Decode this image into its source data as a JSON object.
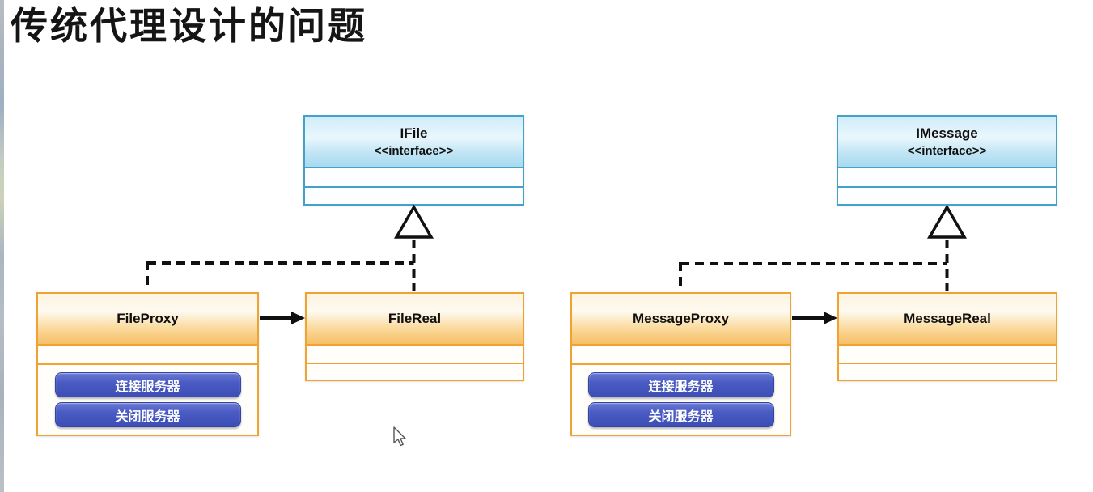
{
  "page": {
    "title": "传统代理设计的问题"
  },
  "diagrams": [
    {
      "interface": {
        "name": "IFile",
        "stereotype": "<<interface>>"
      },
      "proxy": {
        "name": "FileProxy",
        "buttons": [
          "连接服务器",
          "关闭服务器"
        ]
      },
      "real": {
        "name": "FileReal"
      }
    },
    {
      "interface": {
        "name": "IMessage",
        "stereotype": "<<interface>>"
      },
      "proxy": {
        "name": "MessageProxy",
        "buttons": [
          "连接服务器",
          "关闭服务器"
        ]
      },
      "real": {
        "name": "MessageReal"
      }
    }
  ],
  "icons": {
    "inheritance_arrow": "hollow-triangle-dashed-line",
    "association_arrow": "solid-black-arrow",
    "cursor": "mouse-pointer"
  },
  "colors": {
    "interface_border": "#44a1c8",
    "interface_header_gradient_top": "#cfecf9",
    "interface_header_gradient_bottom": "#a8daf0",
    "class_border": "#f0a233",
    "class_header_gradient_top": "#fdf4e2",
    "class_header_gradient_bottom": "#f6c069",
    "button_blue": "#4a5bc4",
    "button_text": "#ffffff",
    "line_black": "#111111",
    "title_text": "#151515",
    "background": "#ffffff"
  }
}
